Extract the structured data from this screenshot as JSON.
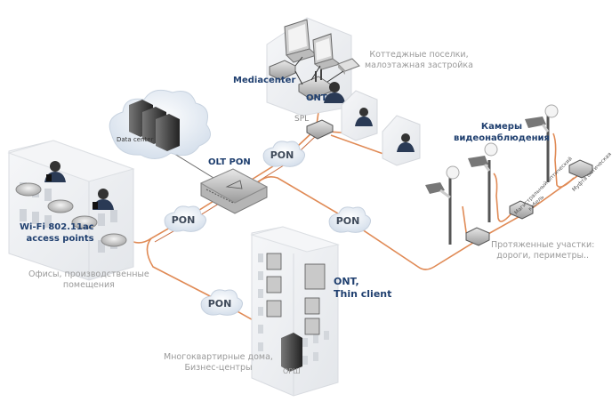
{
  "diagram": {
    "colors": {
      "fiber": "#e08a55",
      "fiber_dark": "#c8693a",
      "label_blue": "#1f3f6f",
      "label_gray": "#9a9a9a",
      "cloud": "#e8eef5",
      "building": "#eef0f3"
    },
    "labels": {
      "mediacenter": "Mediacenter",
      "ont_top": "ONT",
      "cottage_line1": "Коттеджные поселки,",
      "cottage_line2": "малоэтажная застройка",
      "spl": "SPL",
      "data_center": "Data center",
      "olt_pon": "OLT PON",
      "cameras_line1": "Камеры",
      "cameras_line2": "видеонаблюдения",
      "wifi_line1": "Wi-Fi 802.11ac",
      "wifi_line2": "access points",
      "offices_line1": "Офисы, производственные",
      "offices_line2": "помещения",
      "ont_thin_line1": "ONT,",
      "ont_thin_line2": "Thin client",
      "apartments_line1": "Многоквартирные дома,",
      "apartments_line2": "Бизнес-центры",
      "orsh": "ОРШ",
      "long_line1": "Протяженные участки:",
      "long_line2": "дороги, периметры..",
      "trunk_cable_line1": "Магистральный оптический",
      "trunk_cable_line2": "кабель",
      "optical_coupler": "Муфта оптическая"
    },
    "pon_clouds": [
      "PON",
      "PON",
      "PON",
      "PON"
    ]
  }
}
